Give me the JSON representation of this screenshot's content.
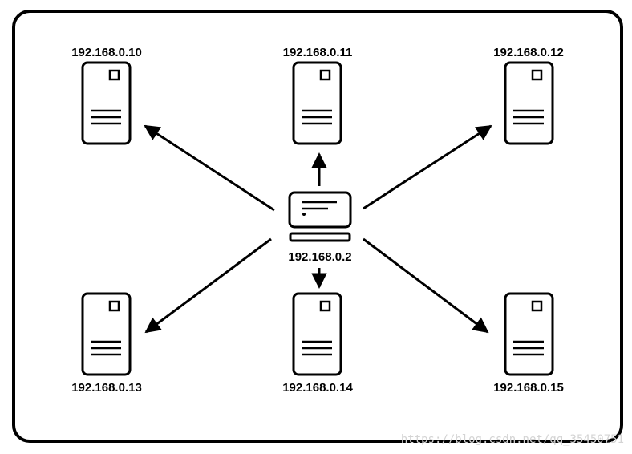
{
  "client": {
    "ip": "192.168.0.2",
    "icon": "laptop-icon"
  },
  "servers": [
    {
      "ip": "192.168.0.10",
      "icon": "server-icon"
    },
    {
      "ip": "192.168.0.11",
      "icon": "server-icon"
    },
    {
      "ip": "192.168.0.12",
      "icon": "server-icon"
    },
    {
      "ip": "192.168.0.13",
      "icon": "server-icon"
    },
    {
      "ip": "192.168.0.14",
      "icon": "server-icon"
    },
    {
      "ip": "192.168.0.15",
      "icon": "server-icon"
    }
  ],
  "watermark": "https://blog.csdn.net/qq_35450751",
  "colors": {
    "stroke": "#000000",
    "background": "#ffffff",
    "watermark": "#d4d4d4"
  }
}
